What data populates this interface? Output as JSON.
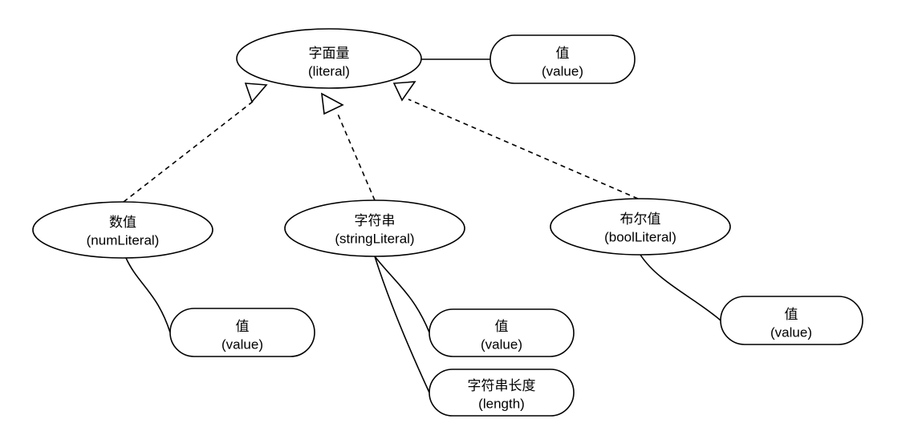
{
  "diagram": {
    "kind": "uml-class-diagram",
    "background_color": "#ffffff",
    "stroke_color": "#000000",
    "text_color": "#000000",
    "nodes": {
      "literal": {
        "cn": "字面量",
        "en": "(literal)"
      },
      "literal_value": {
        "cn": "值",
        "en": "(value)"
      },
      "num_literal": {
        "cn": "数值",
        "en": "(numLiteral)"
      },
      "num_value": {
        "cn": "值",
        "en": "(value)"
      },
      "string_literal": {
        "cn": "字符串",
        "en": "(stringLiteral)"
      },
      "string_value": {
        "cn": "值",
        "en": "(value)"
      },
      "string_length": {
        "cn": "字符串长度",
        "en": "(length)"
      },
      "bool_literal": {
        "cn": "布尔值",
        "en": "(boolLiteral)"
      },
      "bool_value": {
        "cn": "值",
        "en": "(value)"
      }
    }
  }
}
